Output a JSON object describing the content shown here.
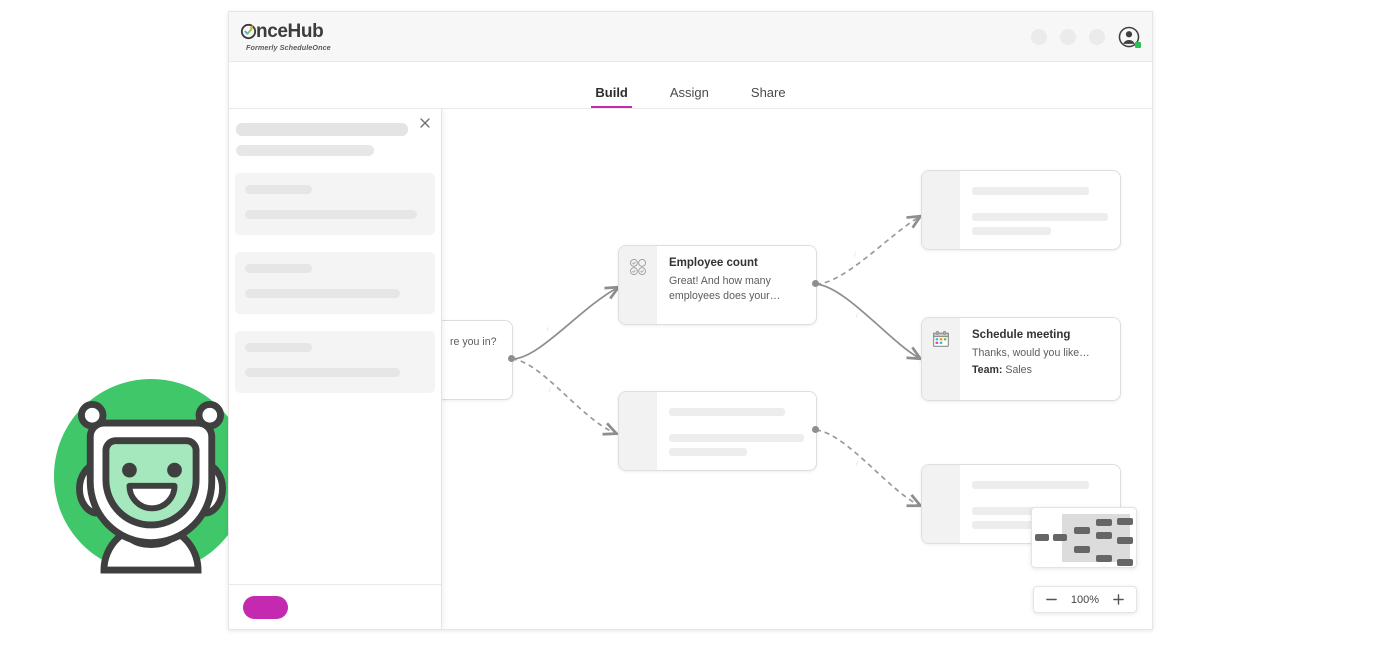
{
  "app": {
    "logo_text": "nceHub",
    "logo_tagline": "Formerly ScheduleOnce",
    "logo_icon": "check-circle-icon",
    "avatar_icon": "user-avatar-icon",
    "status_color": "#2ebd59",
    "accent_color": "#c42ab0",
    "header_placeholder_dots": 3
  },
  "tabs": [
    {
      "label": "Build",
      "active": true
    },
    {
      "label": "Assign",
      "active": false
    },
    {
      "label": "Share",
      "active": false
    }
  ],
  "side_panel": {
    "close_icon": "close-icon",
    "loading": true,
    "skeleton_cards": 3,
    "action_button": {
      "label": "",
      "color": "#c42ab0"
    }
  },
  "canvas": {
    "nodes": [
      {
        "id": "question-node",
        "icon": "multiple-choice-icon",
        "title": "",
        "desc": "re you in?",
        "loaded": true,
        "partial": true
      },
      {
        "id": "employee-count",
        "icon": "multiple-choice-icon",
        "title": "Employee count",
        "desc": "Great! And how many employees does your…",
        "loaded": true
      },
      {
        "id": "schedule-meeting",
        "icon": "calendar-icon",
        "title": "Schedule meeting",
        "desc": "Thanks, would you like…",
        "meta_label": "Team:",
        "meta_value": "Sales",
        "loaded": true
      },
      {
        "id": "skeleton-node-top",
        "icon": "placeholder-icon",
        "loaded": false
      },
      {
        "id": "skeleton-node-middle",
        "icon": "placeholder-icon",
        "loaded": false
      },
      {
        "id": "skeleton-node-bottom",
        "icon": "placeholder-icon",
        "loaded": false
      }
    ],
    "edges": [
      {
        "from": "question-node",
        "to": "employee-count",
        "style": "solid",
        "label": "…"
      },
      {
        "from": "question-node",
        "to": "skeleton-node-middle",
        "style": "dashed",
        "label": "…"
      },
      {
        "from": "employee-count",
        "to": "skeleton-node-top",
        "style": "dashed",
        "label": "…"
      },
      {
        "from": "employee-count",
        "to": "schedule-meeting",
        "style": "solid",
        "label": "…"
      },
      {
        "from": "skeleton-node-middle",
        "to": "skeleton-node-bottom",
        "style": "dashed",
        "label": "…"
      }
    ]
  },
  "minimap": {
    "name": "canvas-minimap"
  },
  "zoom_control": {
    "zoom_out_icon": "minus-icon",
    "level": "100%",
    "zoom_in_icon": "plus-icon"
  },
  "mascot": {
    "name": "chatbot-mascot",
    "circle_color": "#3fc76a",
    "face_color": "#a6e8bd"
  }
}
